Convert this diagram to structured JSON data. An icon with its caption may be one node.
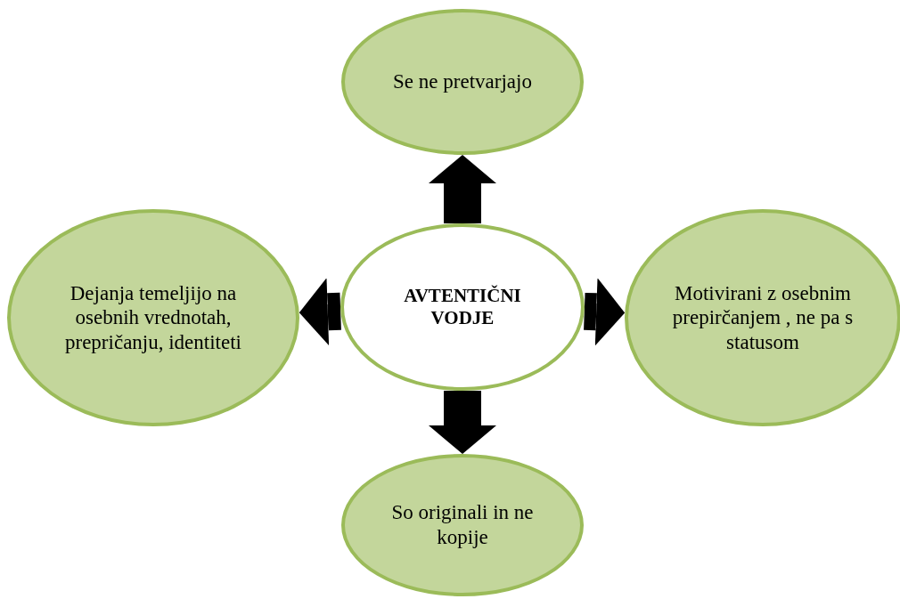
{
  "diagram": {
    "nodes": [
      {
        "text": [
          "AVTENTIČNI VODJE"
        ]
      },
      {
        "text": [
          "Se ne pretvarjajo"
        ]
      },
      {
        "text": [
          "Dejanja temeljijo na osebnih vrednotah, prepričanju, identiteti"
        ]
      },
      {
        "text": [
          "Motivirani z osebnim prepirčanjem , ne pa s statusom"
        ]
      },
      {
        "text": [
          "So originali in ne kopije"
        ]
      }
    ],
    "edges": [
      {
        "from": 0,
        "to": 1,
        "arrow": "to"
      },
      {
        "from": 0,
        "to": 2,
        "arrow": "to"
      },
      {
        "from": 0,
        "to": 3,
        "arrow": "to"
      },
      {
        "from": 0,
        "to": 4,
        "arrow": "to"
      }
    ]
  }
}
